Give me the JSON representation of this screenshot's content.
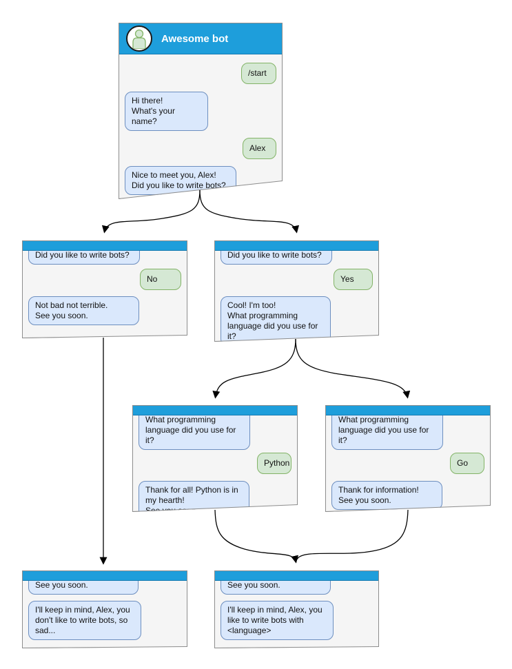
{
  "boxes": [
    {
      "name": "root-chat",
      "title": "Awesome bot",
      "messages": [
        {
          "from": "user",
          "text": "/start"
        },
        {
          "from": "bot",
          "text": "Hi there!\nWhat's your name?"
        },
        {
          "from": "user",
          "text": "Alex"
        },
        {
          "from": "bot",
          "text": "Nice to meet you, Alex!\nDid you like to write bots?"
        }
      ]
    },
    {
      "name": "branch-no",
      "messages": [
        {
          "from": "bot",
          "text": "Did you like to write bots?"
        },
        {
          "from": "user",
          "text": "No"
        },
        {
          "from": "bot",
          "text": "Not bad not terrible.\nSee you soon."
        }
      ]
    },
    {
      "name": "branch-yes",
      "messages": [
        {
          "from": "bot",
          "text": "Did you like to write bots?"
        },
        {
          "from": "user",
          "text": "Yes"
        },
        {
          "from": "bot",
          "text": "Cool! I'm too!\nWhat programming\nlanguage did you use for it?"
        }
      ]
    },
    {
      "name": "branch-python",
      "messages": [
        {
          "from": "bot",
          "text": "What programming\nlanguage did you use for it?"
        },
        {
          "from": "user",
          "text": "Python"
        },
        {
          "from": "bot",
          "text": "Thank for all! Python is in\nmy hearth!\nSee you soon."
        }
      ]
    },
    {
      "name": "branch-go",
      "messages": [
        {
          "from": "bot",
          "text": "What programming\nlanguage did you use for it?"
        },
        {
          "from": "user",
          "text": "Go"
        },
        {
          "from": "bot",
          "text": "Thank for information!\nSee you soon."
        }
      ]
    },
    {
      "name": "end-no",
      "messages": [
        {
          "from": "bot",
          "text": "See you soon."
        },
        {
          "from": "bot",
          "text": "I'll keep in mind, Alex, you\ndon't like to write bots, so\nsad..."
        }
      ]
    },
    {
      "name": "end-yes",
      "messages": [
        {
          "from": "bot",
          "text": "See you soon."
        },
        {
          "from": "bot",
          "text": "I'll keep in mind, Alex, you\nlike to write bots with\n<language>"
        }
      ]
    }
  ],
  "colors": {
    "header_blue": "#1e9edb",
    "header_border": "#1279b0",
    "box_fill": "#f5f5f5",
    "box_border": "#8c8c8c",
    "bot_bubble_fill": "#dae8fc",
    "bot_bubble_border": "#6c8ebf",
    "user_bubble_fill": "#d5e8d4",
    "user_bubble_border": "#82b366",
    "connector": "#000000"
  }
}
